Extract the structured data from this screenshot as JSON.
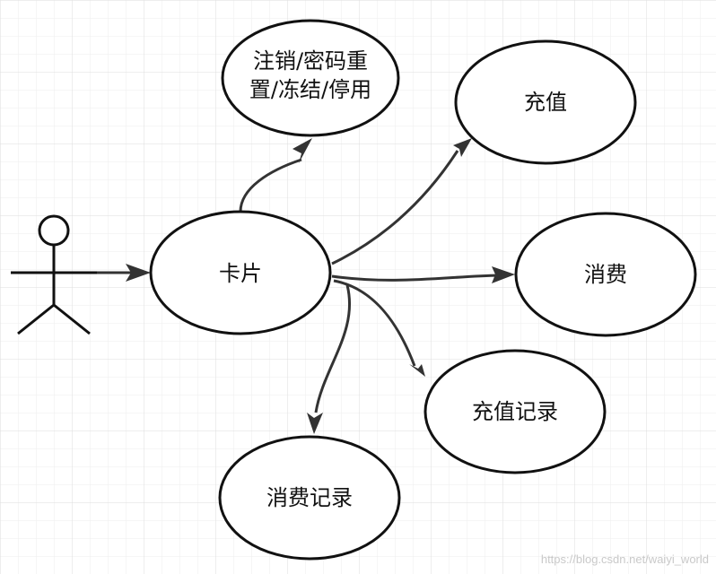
{
  "diagram": {
    "actor": {
      "name": ""
    },
    "center": {
      "label": "卡片"
    },
    "use_cases": {
      "cancel": {
        "line1": "注销/密码重",
        "line2": "置/冻结/停用"
      },
      "recharge": {
        "label": "充值"
      },
      "consume": {
        "label": "消费"
      },
      "recharge_record": {
        "label": "充值记录"
      },
      "consume_record": {
        "label": "消费记录"
      }
    },
    "watermark": "https://blog.csdn.net/waiyi_world"
  },
  "colors": {
    "grid_minor": "#eeeeee",
    "grid_major": "#dddddd",
    "stroke": "#111111",
    "edge": "#333333",
    "watermark": "#c9c9c9"
  }
}
